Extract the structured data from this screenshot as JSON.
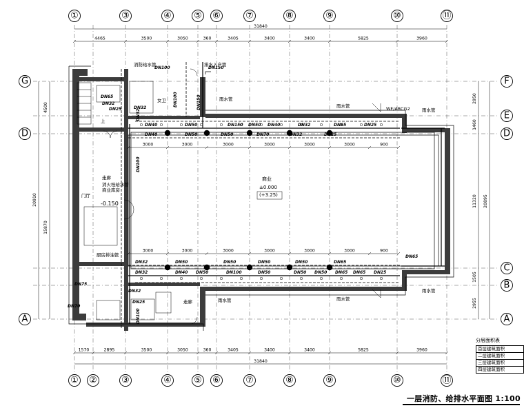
{
  "axes": {
    "top": [
      "①",
      "③",
      "④",
      "⑤",
      "⑥",
      "⑦",
      "⑧",
      "⑨",
      "⑩",
      "⑪"
    ],
    "bottom": [
      "①",
      "②",
      "③",
      "④",
      "⑤",
      "⑥",
      "⑦",
      "⑧",
      "⑨",
      "⑩",
      "⑪"
    ],
    "left": [
      "G",
      "D",
      "A"
    ],
    "right": [
      "F",
      "E",
      "D",
      "C",
      "B",
      "A"
    ]
  },
  "dims": {
    "top_total": "31840",
    "top": [
      "4465",
      "3500",
      "3050",
      "360",
      "3405",
      "3400",
      "3400",
      "5825",
      "3960"
    ],
    "bottom_total": "31840",
    "bottom": [
      "1570",
      "2895",
      "3500",
      "3050",
      "360",
      "3405",
      "3400",
      "3400",
      "5825",
      "3960"
    ],
    "left": [
      "4500",
      "15870",
      "20910"
    ],
    "right": [
      "2950",
      "1460",
      "11320",
      "20895",
      "1505",
      "2955"
    ],
    "bay_top": [
      "3000",
      "3000",
      "3000",
      "3000",
      "3000",
      "3000",
      "900"
    ],
    "bay_bottom": [
      "3000",
      "3000",
      "3000",
      "3000",
      "3000",
      "3000",
      "900"
    ]
  },
  "pipes": {
    "upper_main": [
      "DN40",
      "DN50",
      "DN150",
      "DN50",
      "DN40",
      "DN32",
      "DN65",
      "DN25"
    ],
    "upper_low": [
      "DN40",
      "DN50",
      "DN50",
      "DN70",
      "DN32",
      "DN25"
    ],
    "lower_main": [
      "DN32",
      "DN40",
      "DN50",
      "DN100",
      "DN50",
      "DN50",
      "DN50",
      "DN65",
      "DN65",
      "DN25"
    ],
    "lower_low": [
      "DN32",
      "DN50",
      "DN50",
      "DN50",
      "DN50",
      "DN65"
    ],
    "vertical": [
      "DN100",
      "DN100",
      "DN150",
      "DN32",
      "DN100"
    ],
    "misc": [
      "DN32",
      "DN25",
      "DN100",
      "DN150",
      "DN65",
      "DN32",
      "DN32",
      "DN25",
      "DN75",
      "DN70"
    ],
    "downpipe_right": "DN65"
  },
  "notes": {
    "rain_pipe": "雨水管",
    "commercial": "商业",
    "elevation_main": "±0.000",
    "elevation_sub": "(+3.25)",
    "corridor": "走廊",
    "gate_hall": "门厅",
    "corridor2": "走廊",
    "level_hall": "-0.150",
    "fire_pipe": "消火栓给水管",
    "spec": "WF/ARCG2",
    "store_note": "商业库房",
    "pump_note": "厨房排油管",
    "inlet_note": "排水入户管",
    "room_note": "女卫",
    "stair_up": "上",
    "fire_note": "消防给水管"
  },
  "area_table": {
    "title": "分层面积表",
    "rows": [
      "首层建筑面积",
      "二层建筑面积",
      "三层建筑面积",
      "四层建筑面积"
    ]
  },
  "drawing_title": "一层消防、给排水平面图 1:100"
}
